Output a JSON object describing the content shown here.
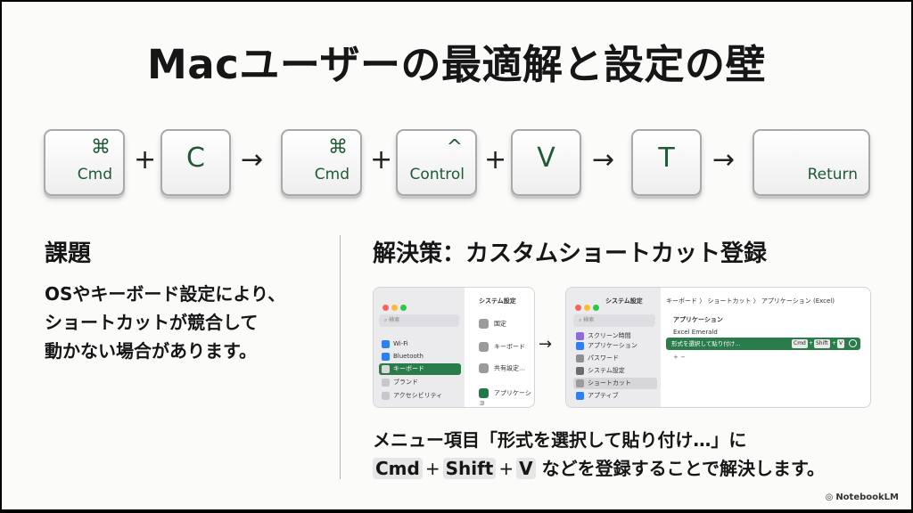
{
  "title": "Macユーザーの最適解と設定の壁",
  "keys": [
    {
      "symbol": "⌘",
      "label": "Cmd"
    },
    {
      "big": "C"
    },
    {
      "symbol": "⌘",
      "label": "Cmd"
    },
    {
      "symbol": "^",
      "label": "Control"
    },
    {
      "big": "V"
    },
    {
      "big": "T"
    },
    {
      "label": "Return"
    }
  ],
  "operators": [
    "+",
    "→",
    "+",
    "+",
    "→",
    "→"
  ],
  "problem": {
    "heading": "課題",
    "lines": [
      "OSやキーボード設定により、",
      "ショートカットが競合して",
      "動かない場合があります。"
    ]
  },
  "solution": {
    "heading": "解決策：カスタムショートカット登録",
    "shot1": {
      "search": "検索",
      "sidebar": [
        "Wi-Fi",
        "Bluetooth",
        "キーボード",
        "ブランド",
        "アクセシビリティ"
      ],
      "header": "システム設定",
      "main": [
        "国定",
        "キーボード",
        "共有設定…",
        "アプリケーショ"
      ]
    },
    "shot2": {
      "header": "システム設定",
      "breadcrumb": "キーボード 〉 ショートカット 〉 アプリケーション (Excel)",
      "search": "検索",
      "sidebar": [
        "スクリーン時間",
        "アプリケーション",
        "パスワード",
        "システム設定",
        "ショートカット",
        "アプティブ"
      ],
      "app_section": "アプリケーション",
      "app_name": "Excel Emerald",
      "row_label": "形式を選択して貼り付け…",
      "row_keys": [
        "Cmd",
        "+",
        "Shift",
        "+",
        "V"
      ],
      "add_remove": "+  −"
    },
    "bottom_line1": "メニュー項目「形式を選択して貼り付け…」に",
    "bottom_cmd": "Cmd",
    "bottom_plus": "+",
    "bottom_shift": "Shift",
    "bottom_v": "V",
    "bottom_rest": "などを登録することで解決します。"
  },
  "brand": "NotebookLM",
  "colors": {
    "accent_green": "#2a7c4a",
    "key_text": "#1f5a35"
  }
}
